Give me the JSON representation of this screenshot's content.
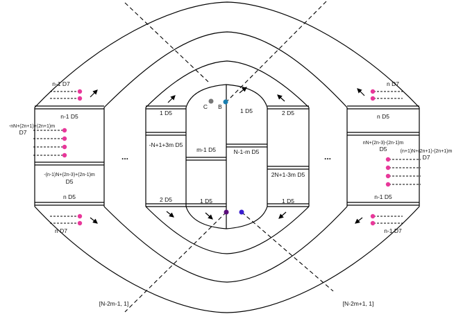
{
  "labels": {
    "top_left_d7": "n-1 D7",
    "top_right_d7": "n D7",
    "bottom_left_d7": "n D7",
    "bottom_right_d7": "n-1 D7",
    "left_top_d5": "n-1 D5",
    "left_mid_formula": "-nN+(2n+1)+(2n+1)m",
    "left_mid_d7": "D7",
    "left_low_formula": "-(n-1)N+(2n-3)+(2n-1)m",
    "left_low_d5": "D5",
    "left_bottom_d5": "n D5",
    "right_top_d5": "n D5",
    "right_mid_formula": "nN+(2n-3)-(2n-1)m",
    "right_mid_d5": "D5",
    "right_side_formula": "(n+1)N+(2n+1)-(2n+1)m",
    "right_side_d7": "D7",
    "right_bottom_d5": "n-1 D5",
    "c1_top": "1 D5",
    "c1_mid": "-N+1+3m D5",
    "c1_bottom": "2 D5",
    "c2_mid": "m-1 D5",
    "c2_bottom": "1 D5",
    "c3_top": "1 D5",
    "c3_mid": "N-1-m D5",
    "c4_top": "2 D5",
    "c4_mid": "2N+1-3m D5",
    "c4_bottom": "1 D5",
    "point_c": "C",
    "point_b": "B",
    "ellipsis_left": "...",
    "ellipsis_right": "...",
    "bottom_left_coord": "[N-2m-1, 1]",
    "bottom_right_coord": "[N-2m+1, 1]"
  },
  "colors": {
    "pink": "#e8389a",
    "gray_point": "#777777",
    "teal_point": "#1a7fb0",
    "purple_point": "#5a0e7a",
    "blue_point": "#3a1fd0"
  }
}
